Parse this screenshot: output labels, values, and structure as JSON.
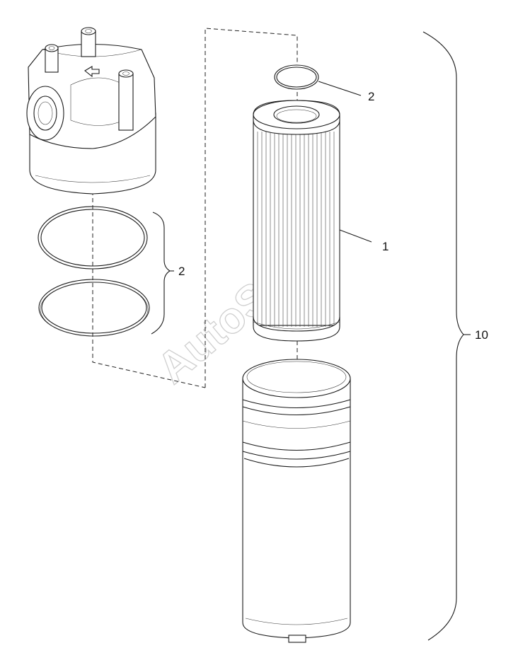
{
  "callouts": {
    "element": "1",
    "o_ring_top": "2",
    "o_rings_head": "2",
    "assembly": "10"
  },
  "watermark": "AutoSoft"
}
